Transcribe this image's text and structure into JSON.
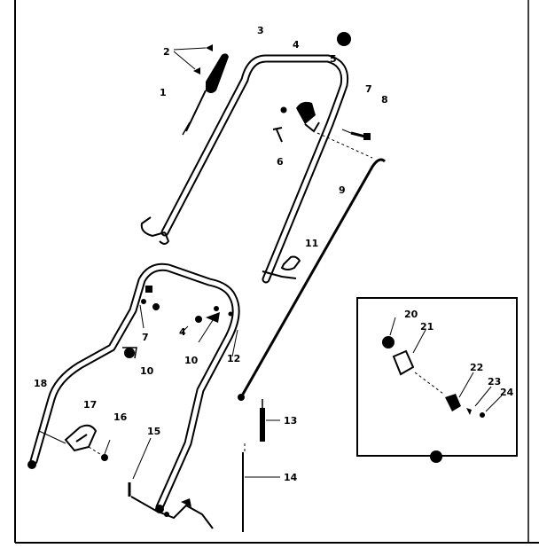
{
  "callouts": {
    "c1": "1",
    "c2": "2",
    "c3": "3",
    "c4a": "4",
    "c5": "5",
    "c6": "6",
    "c7a": "7",
    "c8": "8",
    "c9": "9",
    "c11": "11",
    "c7b": "7",
    "c4b": "4",
    "c10a": "10",
    "c10b": "10",
    "c12": "12",
    "c13": "13",
    "c14": "14",
    "c15": "15",
    "c16": "16",
    "c17": "17",
    "c18": "18",
    "c20": "20",
    "c21": "21",
    "c22": "22",
    "c23": "23",
    "c24": "24"
  }
}
